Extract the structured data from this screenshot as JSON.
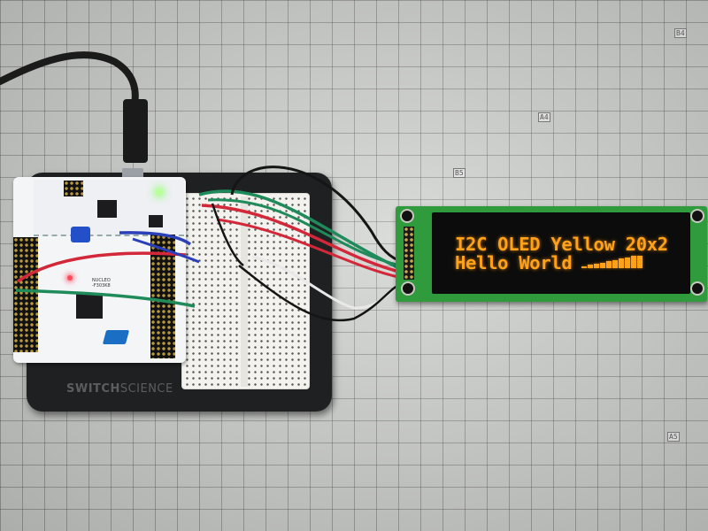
{
  "oled": {
    "line1": "I2C OLED Yellow 20x2",
    "line2": "Hello World",
    "text_color": "#ffa21a",
    "bargraph_levels": [
      0.15,
      0.25,
      0.35,
      0.45,
      0.55,
      0.65,
      0.75,
      0.85,
      1.0,
      1.0
    ]
  },
  "base_plate": {
    "brand_bold": "SWITCH",
    "brand_thin": "SCIENCE"
  },
  "nucleo_board": {
    "model_line1": "NUCLEO",
    "model_line2": "-F303K8"
  },
  "mat": {
    "marker_b4": "B4",
    "marker_a4": "A4",
    "marker_b5": "B5",
    "marker_a5": "A5"
  },
  "colors": {
    "mat": "#d2d4d1",
    "base_plate": "#1f2022",
    "oled_pcb": "#2f9b3c",
    "wire_red": "#d3283a",
    "wire_green": "#1f8a5a",
    "wire_blue": "#2a3fb8",
    "wire_black": "#151515",
    "wire_white": "#e9e9e9"
  }
}
